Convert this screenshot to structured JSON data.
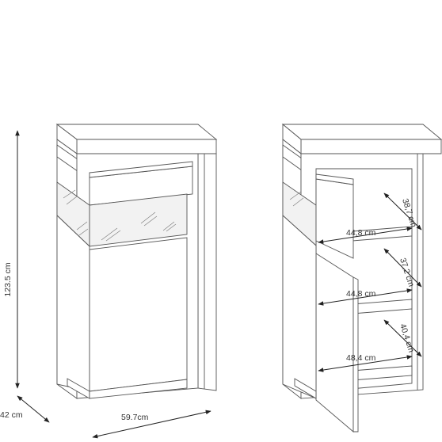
{
  "dimensions": {
    "height": "123.5 cm",
    "depth": "42 cm",
    "width": "59.7cm",
    "shelf1_width": "44,8 cm",
    "shelf1_height": "38,7 cm",
    "shelf2_width": "44,8 cm",
    "shelf2_height": "37,2 cm",
    "shelf3_width": "48,4 cm",
    "shelf3_height": "40,4 cm"
  }
}
